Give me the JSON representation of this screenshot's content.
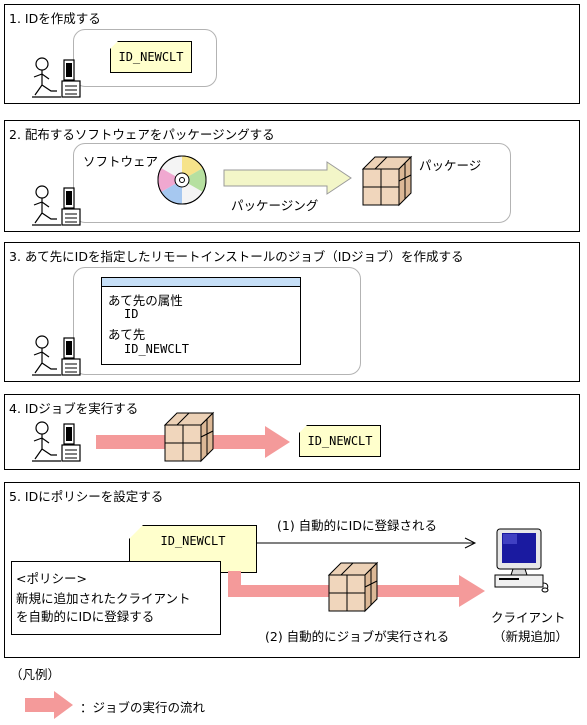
{
  "steps": [
    {
      "title": "1. IDを作成する",
      "id_label": "ID_NEWCLT"
    },
    {
      "title": "2. 配布するソフトウェアをパッケージングする",
      "software_label": "ソフトウェア",
      "action_label": "パッケージング",
      "package_label": "パッケージ"
    },
    {
      "title": "3. あて先にIDを指定したリモートインストールのジョブ（IDジョブ）を作成する",
      "form_lines": [
        "あて先の属性",
        "ID",
        "あて先",
        "ID_NEWCLT"
      ]
    },
    {
      "title": "4. IDジョブを実行する",
      "id_label": "ID_NEWCLT"
    },
    {
      "title": "5. IDにポリシーを設定する",
      "id_label": "ID_NEWCLT",
      "auto_register": "(1) 自動的にIDに登録される",
      "auto_job": "(2) 自動的にジョブが実行される",
      "policy_heading": "<ポリシー>",
      "policy_line1": "新規に追加されたクライアント",
      "policy_line2": "を自動的にIDに登録する",
      "client_label": "クライアント",
      "client_sub": "（新規追加）"
    }
  ],
  "legend": {
    "title": "（凡例）",
    "arrow_desc": "：ジョブの実行の流れ"
  },
  "colors": {
    "tag_fill": "#ffffcc",
    "arrow_pink": "#f49a9a",
    "arrow_green": "#f3f6c8",
    "package": "#ecd1b6"
  }
}
